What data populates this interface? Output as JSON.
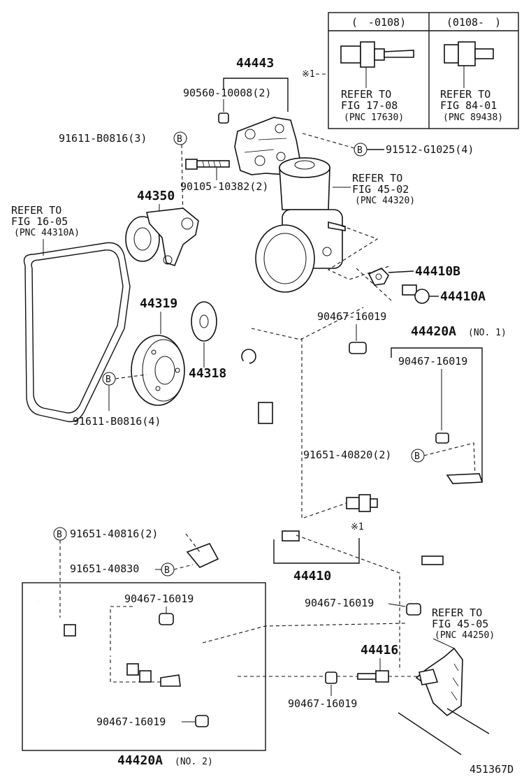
{
  "variant_box": {
    "left_header": "(　-0108)",
    "right_header": "(0108-　)",
    "left_ref": [
      "REFER TO",
      "FIG 17-08",
      "(PNC 17630)"
    ],
    "right_ref": [
      "REFER TO",
      "FIG 84-01",
      "(PNC 89438)"
    ],
    "note_mark": "※1"
  },
  "labels": {
    "p44443": "44443",
    "p90560": "90560-10008(2)",
    "p91611_top": "91611-B0816(3)",
    "p91512": "91512-G1025(4)",
    "p90105": "90105-10382(2)",
    "ref4502": [
      "REFER TO",
      "FIG 45-02",
      "(PNC 44320)"
    ],
    "p44350": "44350",
    "ref1605": [
      "REFER TO",
      "FIG 16-05",
      "(PNC 44310A)"
    ],
    "p44410B": "44410B",
    "p44410A": "44410A",
    "p44319": "44319",
    "p90467_a": "90467-16019",
    "p44420A_no1": "44420A",
    "p44420A_no1_suffix": "(NO. 1)",
    "p90467_b": "90467-16019",
    "p44318": "44318",
    "p91611_bottom": "91611-B0816(4)",
    "p91651_40820": "91651-40820(2)",
    "note_mark_valve": "※1",
    "p91651_40816": "91651-40816(2)",
    "p91651_40830": "91651-40830",
    "p44410": "44410",
    "p90467_c": "90467-16019",
    "p90467_d": "90467-16019",
    "ref4505": [
      "REFER TO",
      "FIG 45-05",
      "(PNC 44250)"
    ],
    "p44416": "44416",
    "p90467_e": "90467-16019",
    "p90467_f": "90467-16019",
    "p44420A_no2": "44420A",
    "p44420A_no2_suffix": "(NO. 2)",
    "figure_id": "451367D",
    "bolt_mark": "B"
  }
}
